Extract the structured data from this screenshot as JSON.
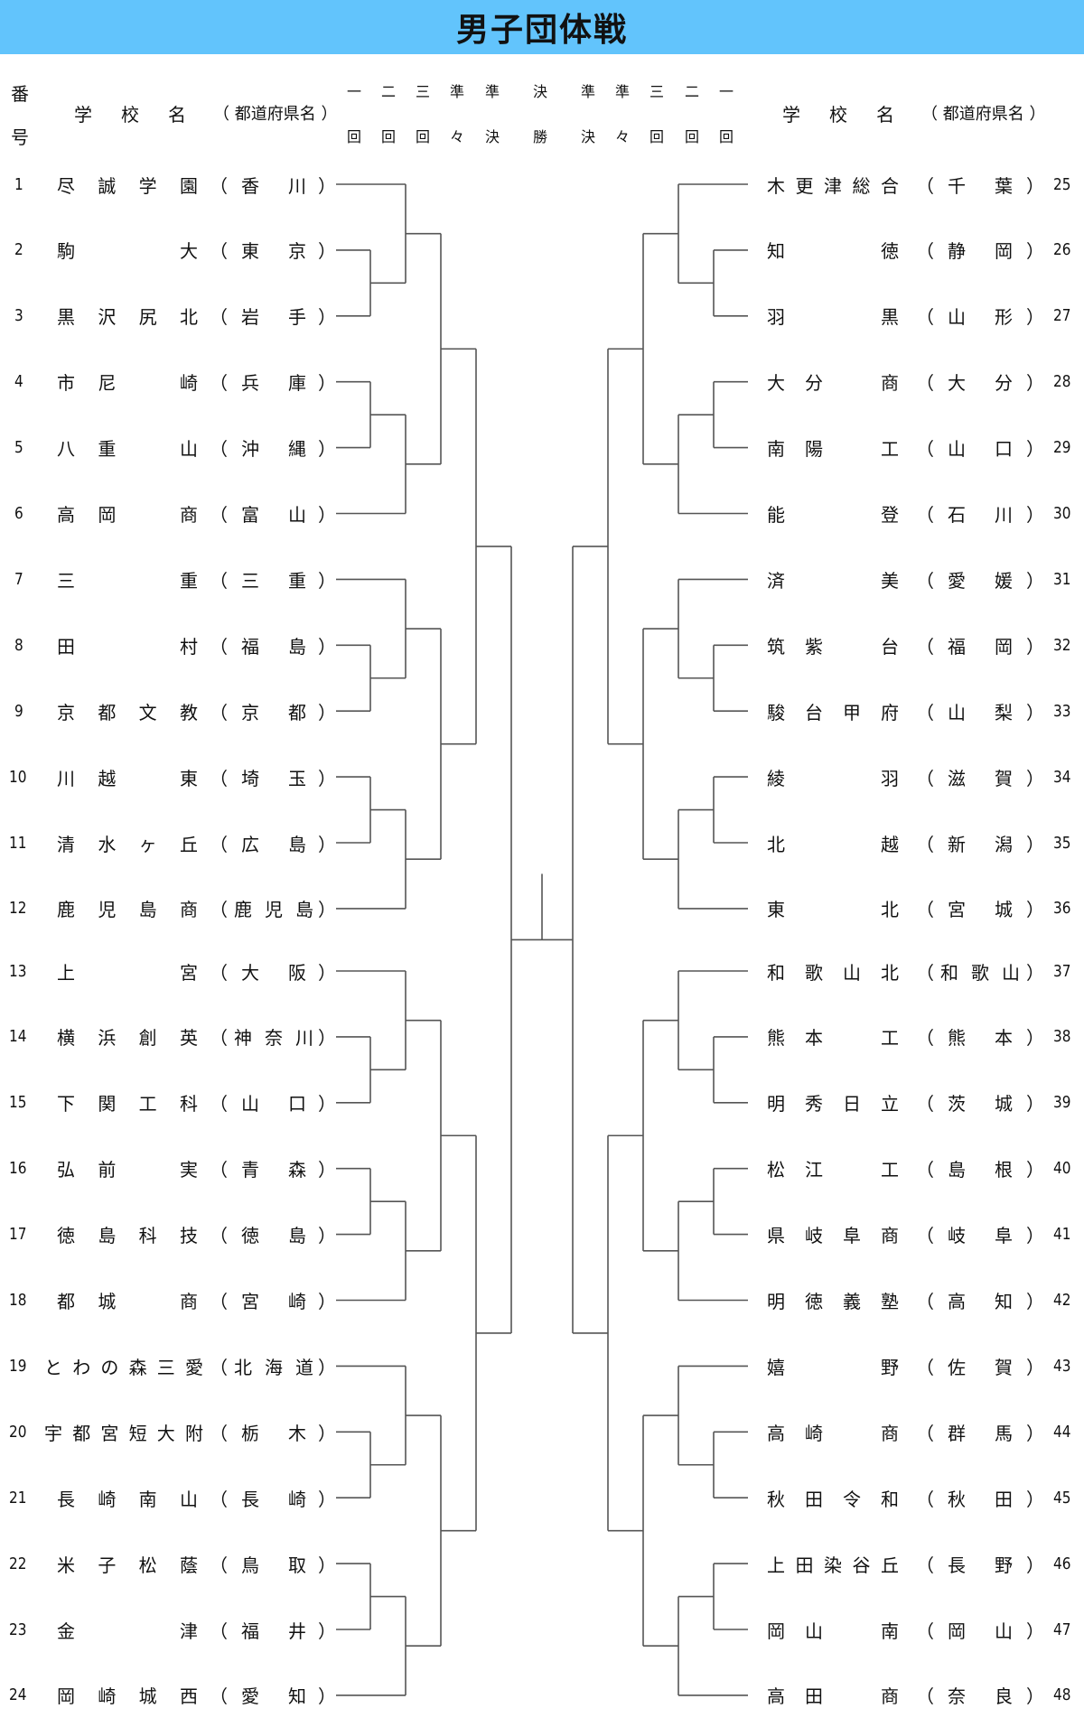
{
  "title": "男子団体戦",
  "header": {
    "number_label_top": "番",
    "number_label_bottom": "号",
    "school_label": "学　校　名",
    "prefecture_label": "（ 都道府県名 ）",
    "left_rounds": [
      {
        "top": "一",
        "bottom": "回"
      },
      {
        "top": "二",
        "bottom": "回"
      },
      {
        "top": "三",
        "bottom": "回"
      },
      {
        "top": "準",
        "bottom": "々"
      },
      {
        "top": "準",
        "bottom": "決"
      }
    ],
    "final": {
      "top": "決",
      "bottom": "勝"
    },
    "right_rounds": [
      {
        "top": "準",
        "bottom": "決"
      },
      {
        "top": "準",
        "bottom": "々"
      },
      {
        "top": "三",
        "bottom": "回"
      },
      {
        "top": "二",
        "bottom": "回"
      },
      {
        "top": "一",
        "bottom": "回"
      }
    ]
  },
  "left_teams": [
    {
      "no": "1",
      "school": [
        "尽",
        "誠",
        "学",
        "園"
      ],
      "prefecture": [
        "香",
        "川"
      ]
    },
    {
      "no": "2",
      "school": [
        "駒",
        "",
        "",
        "大"
      ],
      "prefecture": [
        "東",
        "京"
      ]
    },
    {
      "no": "3",
      "school": [
        "黒",
        "沢",
        "尻",
        "北"
      ],
      "prefecture": [
        "岩",
        "手"
      ]
    },
    {
      "no": "4",
      "school": [
        "市",
        "尼",
        "",
        "崎"
      ],
      "prefecture": [
        "兵",
        "庫"
      ]
    },
    {
      "no": "5",
      "school": [
        "八",
        "重",
        "",
        "山"
      ],
      "prefecture": [
        "沖",
        "縄"
      ]
    },
    {
      "no": "6",
      "school": [
        "高",
        "岡",
        "",
        "商"
      ],
      "prefecture": [
        "富",
        "山"
      ]
    },
    {
      "no": "7",
      "school": [
        "三",
        "",
        "",
        "重"
      ],
      "prefecture": [
        "三",
        "重"
      ]
    },
    {
      "no": "8",
      "school": [
        "田",
        "",
        "",
        "村"
      ],
      "prefecture": [
        "福",
        "島"
      ]
    },
    {
      "no": "9",
      "school": [
        "京",
        "都",
        "文",
        "教"
      ],
      "prefecture": [
        "京",
        "都"
      ]
    },
    {
      "no": "10",
      "school": [
        "川",
        "越",
        "",
        "東"
      ],
      "prefecture": [
        "埼",
        "玉"
      ]
    },
    {
      "no": "11",
      "school": [
        "清",
        "水",
        "ヶ",
        "丘"
      ],
      "prefecture": [
        "広",
        "島"
      ]
    },
    {
      "no": "12",
      "school": [
        "鹿",
        "児",
        "島",
        "商"
      ],
      "prefecture": [
        "鹿",
        "児",
        "島"
      ]
    },
    {
      "no": "13",
      "school": [
        "上",
        "",
        "",
        "宮"
      ],
      "prefecture": [
        "大",
        "阪"
      ]
    },
    {
      "no": "14",
      "school": [
        "横",
        "浜",
        "創",
        "英"
      ],
      "prefecture": [
        "神",
        "奈",
        "川"
      ]
    },
    {
      "no": "15",
      "school": [
        "下",
        "関",
        "工",
        "科"
      ],
      "prefecture": [
        "山",
        "口"
      ]
    },
    {
      "no": "16",
      "school": [
        "弘",
        "前",
        "",
        "実"
      ],
      "prefecture": [
        "青",
        "森"
      ]
    },
    {
      "no": "17",
      "school": [
        "徳",
        "島",
        "科",
        "技"
      ],
      "prefecture": [
        "徳",
        "島"
      ]
    },
    {
      "no": "18",
      "school": [
        "都",
        "城",
        "",
        "商"
      ],
      "prefecture": [
        "宮",
        "崎"
      ]
    },
    {
      "no": "19",
      "school": [
        "と",
        "わ",
        "の",
        "森",
        "三",
        "愛"
      ],
      "prefecture": [
        "北",
        "海",
        "道"
      ]
    },
    {
      "no": "20",
      "school": [
        "宇",
        "都",
        "宮",
        "短",
        "大",
        "附"
      ],
      "prefecture": [
        "栃",
        "木"
      ]
    },
    {
      "no": "21",
      "school": [
        "長",
        "崎",
        "南",
        "山"
      ],
      "prefecture": [
        "長",
        "崎"
      ]
    },
    {
      "no": "22",
      "school": [
        "米",
        "子",
        "松",
        "蔭"
      ],
      "prefecture": [
        "鳥",
        "取"
      ]
    },
    {
      "no": "23",
      "school": [
        "金",
        "",
        "",
        "津"
      ],
      "prefecture": [
        "福",
        "井"
      ]
    },
    {
      "no": "24",
      "school": [
        "岡",
        "崎",
        "城",
        "西"
      ],
      "prefecture": [
        "愛",
        "知"
      ]
    }
  ],
  "right_teams": [
    {
      "no": "25",
      "school": [
        "木",
        "更",
        "津",
        "総",
        "合"
      ],
      "prefecture": [
        "千",
        "葉"
      ]
    },
    {
      "no": "26",
      "school": [
        "知",
        "",
        "",
        "徳"
      ],
      "prefecture": [
        "静",
        "岡"
      ]
    },
    {
      "no": "27",
      "school": [
        "羽",
        "",
        "",
        "黒"
      ],
      "prefecture": [
        "山",
        "形"
      ]
    },
    {
      "no": "28",
      "school": [
        "大",
        "分",
        "",
        "商"
      ],
      "prefecture": [
        "大",
        "分"
      ]
    },
    {
      "no": "29",
      "school": [
        "南",
        "陽",
        "",
        "工"
      ],
      "prefecture": [
        "山",
        "口"
      ]
    },
    {
      "no": "30",
      "school": [
        "能",
        "",
        "",
        "登"
      ],
      "prefecture": [
        "石",
        "川"
      ]
    },
    {
      "no": "31",
      "school": [
        "済",
        "",
        "",
        "美"
      ],
      "prefecture": [
        "愛",
        "媛"
      ]
    },
    {
      "no": "32",
      "school": [
        "筑",
        "紫",
        "",
        "台"
      ],
      "prefecture": [
        "福",
        "岡"
      ]
    },
    {
      "no": "33",
      "school": [
        "駿",
        "台",
        "甲",
        "府"
      ],
      "prefecture": [
        "山",
        "梨"
      ]
    },
    {
      "no": "34",
      "school": [
        "綾",
        "",
        "",
        "羽"
      ],
      "prefecture": [
        "滋",
        "賀"
      ]
    },
    {
      "no": "35",
      "school": [
        "北",
        "",
        "",
        "越"
      ],
      "prefecture": [
        "新",
        "潟"
      ]
    },
    {
      "no": "36",
      "school": [
        "東",
        "",
        "",
        "北"
      ],
      "prefecture": [
        "宮",
        "城"
      ]
    },
    {
      "no": "37",
      "school": [
        "和",
        "歌",
        "山",
        "北"
      ],
      "prefecture": [
        "和",
        "歌",
        "山"
      ]
    },
    {
      "no": "38",
      "school": [
        "熊",
        "本",
        "",
        "工"
      ],
      "prefecture": [
        "熊",
        "本"
      ]
    },
    {
      "no": "39",
      "school": [
        "明",
        "秀",
        "日",
        "立"
      ],
      "prefecture": [
        "茨",
        "城"
      ]
    },
    {
      "no": "40",
      "school": [
        "松",
        "江",
        "",
        "工"
      ],
      "prefecture": [
        "島",
        "根"
      ]
    },
    {
      "no": "41",
      "school": [
        "県",
        "岐",
        "阜",
        "商"
      ],
      "prefecture": [
        "岐",
        "阜"
      ]
    },
    {
      "no": "42",
      "school": [
        "明",
        "徳",
        "義",
        "塾"
      ],
      "prefecture": [
        "高",
        "知"
      ]
    },
    {
      "no": "43",
      "school": [
        "嬉",
        "",
        "",
        "野"
      ],
      "prefecture": [
        "佐",
        "賀"
      ]
    },
    {
      "no": "44",
      "school": [
        "高",
        "崎",
        "",
        "商"
      ],
      "prefecture": [
        "群",
        "馬"
      ]
    },
    {
      "no": "45",
      "school": [
        "秋",
        "田",
        "令",
        "和"
      ],
      "prefecture": [
        "秋",
        "田"
      ]
    },
    {
      "no": "46",
      "school": [
        "上",
        "田",
        "染",
        "谷",
        "丘"
      ],
      "prefecture": [
        "長",
        "野"
      ]
    },
    {
      "no": "47",
      "school": [
        "岡",
        "山",
        "",
        "南"
      ],
      "prefecture": [
        "岡",
        "山"
      ]
    },
    {
      "no": "48",
      "school": [
        "高",
        "田",
        "",
        "商"
      ],
      "prefecture": [
        "奈",
        "良"
      ]
    }
  ],
  "bracket": {
    "structure_note": "Each block of 3: seeds 2&3 meet in round 1, winner meets seed 1 in round 2 (mirrored for blocks 4-6 pattern); pairs of blocks meet in round 3; quarterfinal, semifinal, final."
  }
}
